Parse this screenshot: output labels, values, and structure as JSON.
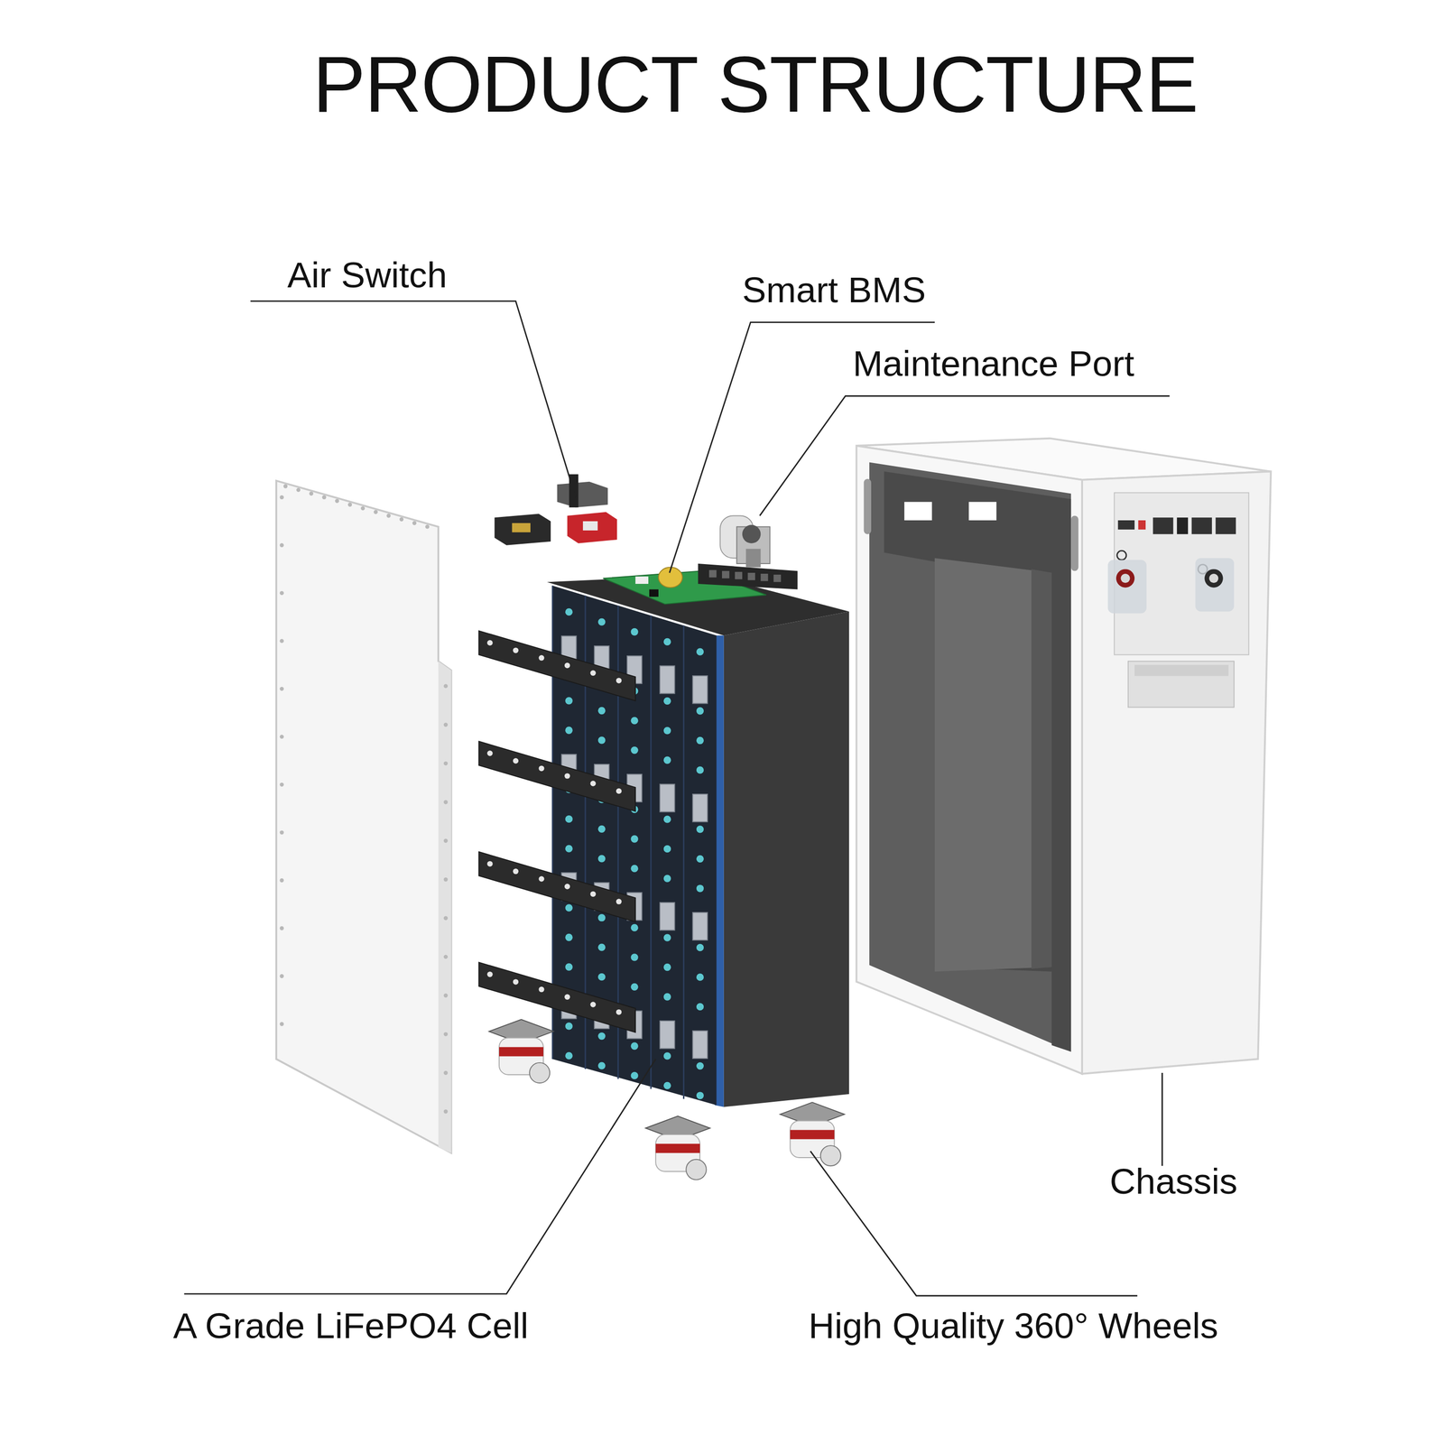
{
  "diagram": {
    "title": "PRODUCT STRUCTURE",
    "labels": [
      "Air Switch",
      "Smart BMS",
      "Maintenance Port",
      "Chassis",
      "A Grade LiFePO4 Cell",
      "High Quality 360° Wheels"
    ]
  }
}
